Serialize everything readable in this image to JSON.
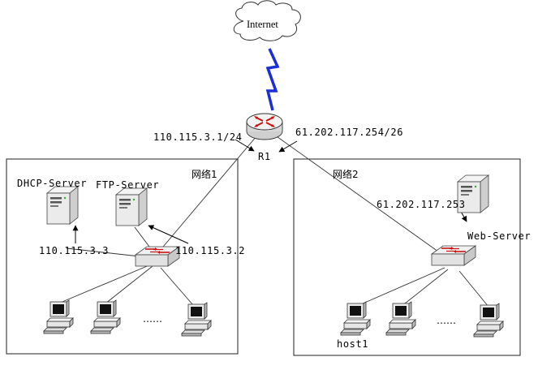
{
  "internet": {
    "label": "Internet"
  },
  "router": {
    "name": "R1",
    "left_ip": "110.115.3.1/24",
    "right_ip": "61.202.117.254/26"
  },
  "network1": {
    "title": "网络1",
    "dhcp_server": {
      "name": "DHCP-Server",
      "ip": "110.115.3.3"
    },
    "ftp_server": {
      "name": "FTP-Server",
      "ip": "110.115.3.2"
    },
    "ellipsis": "……"
  },
  "network2": {
    "title": "网络2",
    "web_server": {
      "name": "Web-Server",
      "ip": "61.202.117.253"
    },
    "host": {
      "name": "host1"
    },
    "ellipsis": "……"
  },
  "colors": {
    "lightning": "#1a2fd6",
    "arrow": "#cc1111",
    "device": "#e8e8e8",
    "line": "#333333"
  }
}
